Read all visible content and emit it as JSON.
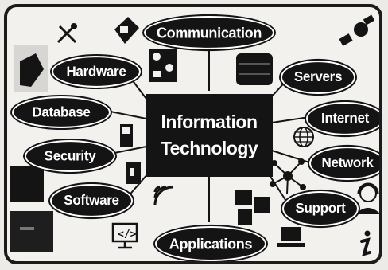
{
  "center": {
    "line1": "Information",
    "line2": "Technology"
  },
  "nodes": {
    "communication": "Communication",
    "hardware": "Hardware",
    "servers": "Servers",
    "database": "Database",
    "internet": "Internet",
    "security": "Security",
    "network": "Network",
    "software": "Software",
    "support": "Support",
    "applications": "Applications"
  },
  "colors": {
    "ink": "#141414",
    "paper": "#f2f1ee"
  },
  "icons": [
    "tools-icon",
    "satellite-icon",
    "fax-icon",
    "circuit-icon",
    "server-rack-icon",
    "globe-icon",
    "phone-icon",
    "wifi-signal-icon",
    "network-icon",
    "support-agent-icon",
    "laptop-icon",
    "info-icon",
    "monitor-icon"
  ]
}
